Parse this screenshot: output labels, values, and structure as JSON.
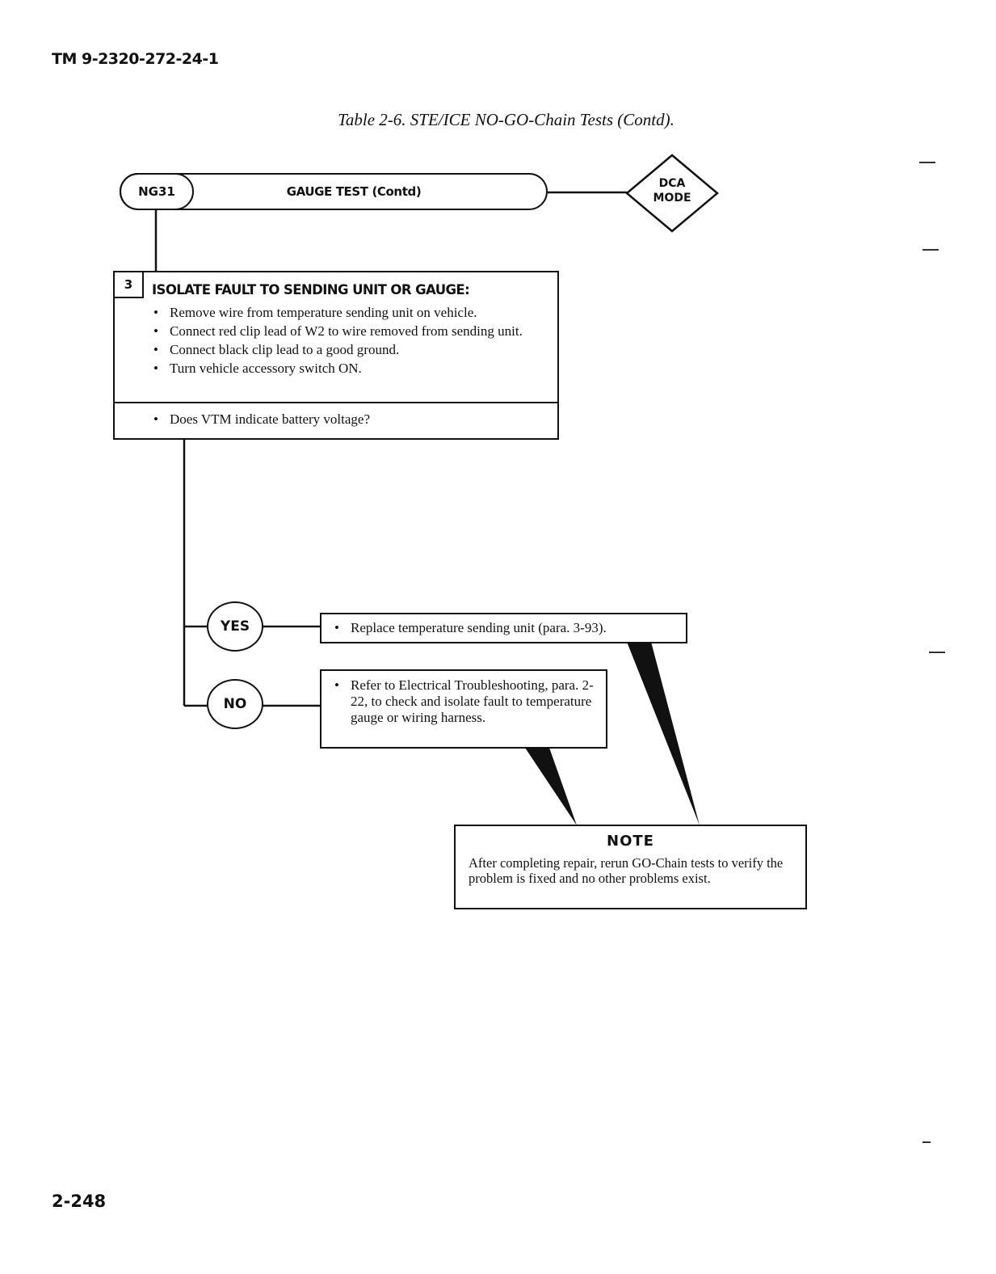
{
  "document": {
    "doc_number": "TM 9-2320-272-24-1",
    "table_caption": "Table 2-6. STE/ICE NO-GO-Chain Tests (Contd).",
    "page_number": "2-248"
  },
  "flowchart": {
    "test_id": "NG31",
    "test_title": "GAUGE TEST (Contd)",
    "mode_label": "DCA MODE",
    "step": {
      "number": "3",
      "heading": "ISOLATE FAULT TO SENDING UNIT OR GAUGE:",
      "actions": [
        "Remove wire from temperature sending unit on vehicle.",
        "Connect red clip lead of W2 to wire removed from sending unit.",
        "Connect black clip lead to a good ground.",
        "Turn vehicle accessory switch ON."
      ],
      "question": "Does VTM indicate battery voltage?"
    },
    "yes_branch": {
      "label": "YES",
      "action": "Replace temperature sending unit (para. 3-93)."
    },
    "no_branch": {
      "label": "NO",
      "action": "Refer to Electrical Troubleshooting, para. 2-22, to check and isolate fault to temperature gauge or wiring harness."
    },
    "note": {
      "title": "NOTE",
      "text": "After completing repair, rerun GO-Chain tests to verify the problem is fixed and no other problems exist."
    }
  }
}
